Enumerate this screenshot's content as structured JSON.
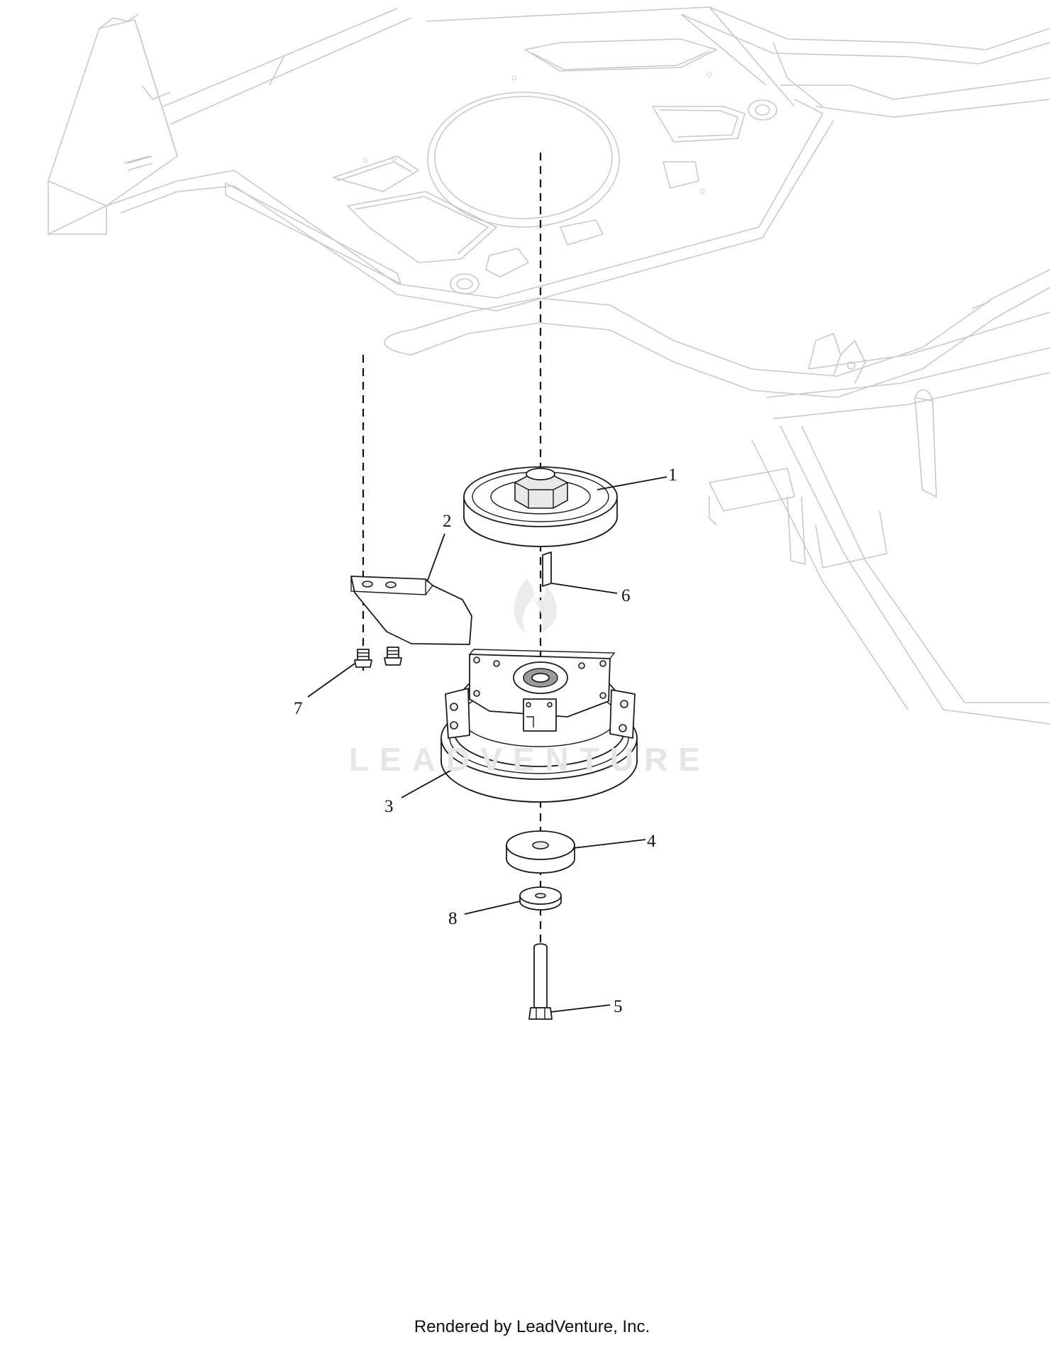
{
  "watermark": {
    "text": "LEADVENTURE",
    "color": "#e6e6e6"
  },
  "callouts": [
    {
      "number": "1",
      "part": "pulley"
    },
    {
      "number": "2",
      "part": "bracket"
    },
    {
      "number": "3",
      "part": "clutch"
    },
    {
      "number": "4",
      "part": "spacer"
    },
    {
      "number": "5",
      "part": "bolt"
    },
    {
      "number": "6",
      "part": "key"
    },
    {
      "number": "7",
      "part": "screw"
    },
    {
      "number": "8",
      "part": "washer"
    }
  ],
  "footer": {
    "credit": "Rendered by LeadVenture, Inc."
  },
  "colors": {
    "frame_outline": "#c9c9c9",
    "part_outline": "#1c1c1c",
    "text": "#111111"
  }
}
